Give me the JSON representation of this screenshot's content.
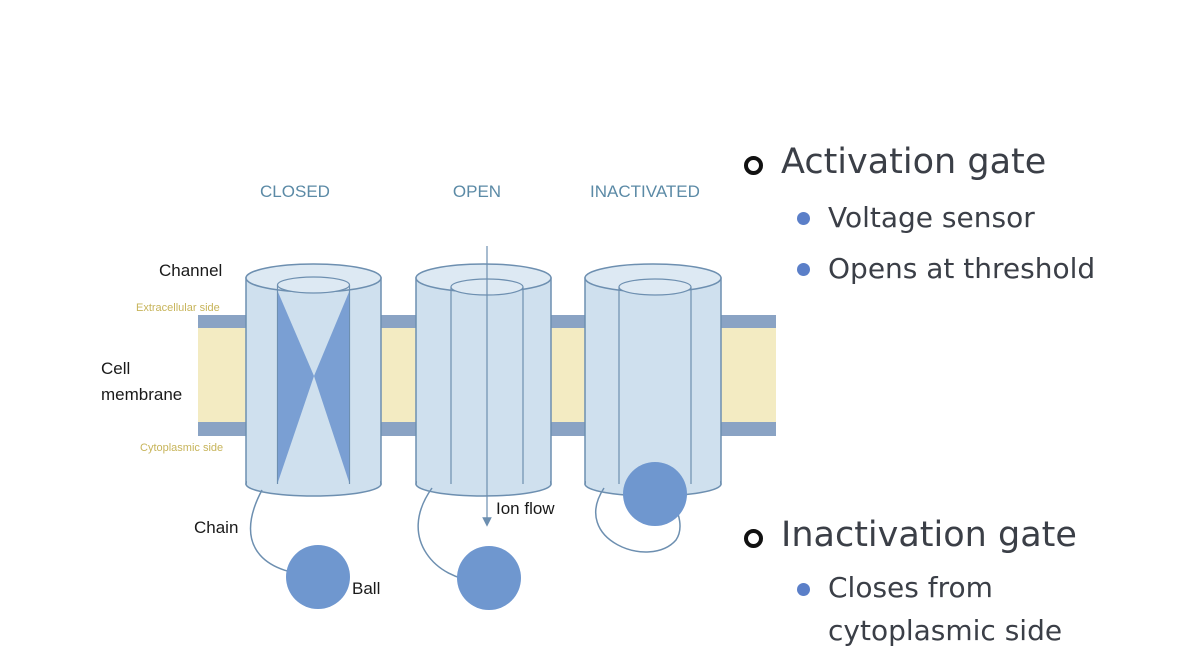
{
  "diagram": {
    "states": [
      "CLOSED",
      "OPEN",
      "INACTIVATED"
    ],
    "labels": {
      "channel": "Channel",
      "extracellular": "Extracellular side",
      "cell_membrane_line1": "Cell",
      "cell_membrane_line2": "membrane",
      "cytoplasmic": "Cytoplasmic side",
      "chain": "Chain",
      "ball": "Ball",
      "ion_flow": "Ion flow"
    },
    "colors": {
      "membrane_fill": "#f3ebc2",
      "membrane_edge": "#8aa3c4",
      "channel_fill": "#cfe0ee",
      "channel_stroke": "#6d8fb0",
      "gate": "#7a9fd3",
      "ball": "#6f97cf"
    }
  },
  "gates": [
    {
      "title": "Activation gate",
      "items": [
        "Voltage sensor",
        "Opens at threshold"
      ]
    },
    {
      "title": "Inactivation gate",
      "items": [
        "Closes from",
        "cytoplasmic side"
      ]
    }
  ]
}
